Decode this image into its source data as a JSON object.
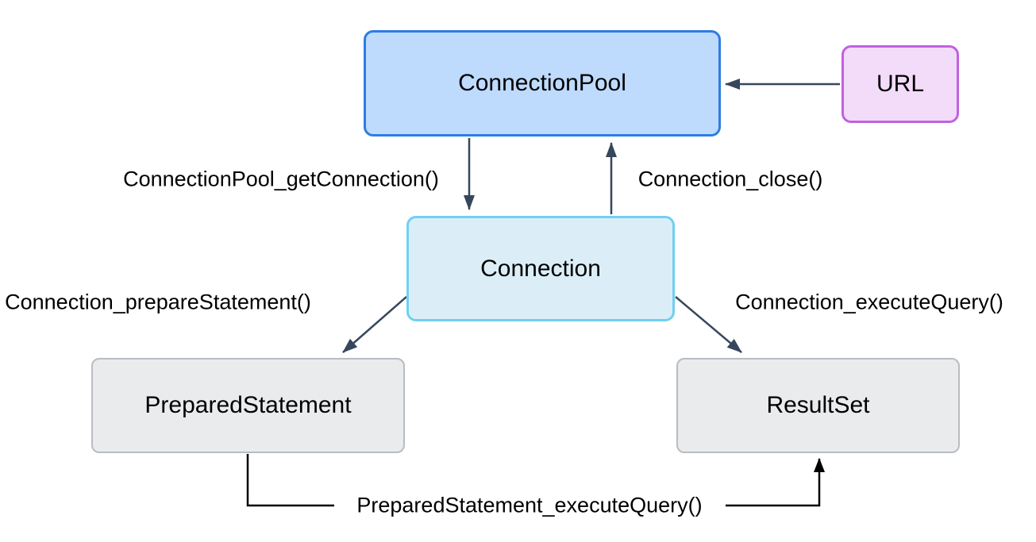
{
  "diagram": {
    "title": "JDBC connection flow diagram",
    "background_color": "#ffffff",
    "nodes": [
      {
        "id": "connection-pool",
        "label": "ConnectionPool",
        "fill": "#bedafc",
        "border": "#2d7ce4"
      },
      {
        "id": "url",
        "label": "URL",
        "fill": "#f2dcfa",
        "border": "#c161df"
      },
      {
        "id": "connection",
        "label": "Connection",
        "fill": "#dbeef7",
        "border": "#70cff2"
      },
      {
        "id": "prepared-statement",
        "label": "PreparedStatement",
        "fill": "#eaebed",
        "border": "#b9bcc1"
      },
      {
        "id": "result-set",
        "label": "ResultSet",
        "fill": "#eaebed",
        "border": "#b9bcc1"
      }
    ],
    "edges": [
      {
        "from": "url",
        "to": "connection-pool",
        "label": "",
        "color": "#36475c"
      },
      {
        "from": "connection-pool",
        "to": "connection",
        "label": "ConnectionPool_getConnection()",
        "color": "#36475c"
      },
      {
        "from": "connection",
        "to": "connection-pool",
        "label": "Connection_close()",
        "color": "#36475c"
      },
      {
        "from": "connection",
        "to": "prepared-statement",
        "label": "Connection_prepareStatement()",
        "color": "#36475c"
      },
      {
        "from": "connection",
        "to": "result-set",
        "label": "Connection_executeQuery()",
        "color": "#36475c"
      },
      {
        "from": "prepared-statement",
        "to": "result-set",
        "label": "PreparedStatement_executeQuery()",
        "color": "#000000"
      }
    ],
    "colors": {
      "arrow_dark": "#36475c",
      "arrow_black": "#000000",
      "text": "#000000"
    }
  }
}
